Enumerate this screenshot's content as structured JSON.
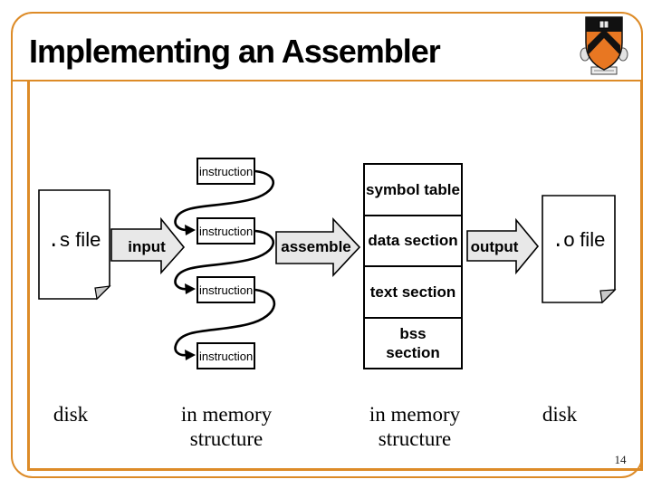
{
  "slide": {
    "title": "Implementing an Assembler",
    "page_number": "14"
  },
  "colors": {
    "accent_orange": "#DD8B27",
    "arrow_fill": "#E8E8E8",
    "fold_gray": "#C9C9C9",
    "logo_orange": "#E87722",
    "logo_black": "#111111"
  },
  "logo": {
    "icon": "princeton-shield-icon"
  },
  "diagram": {
    "source_file": {
      "ext": ".s",
      "suffix": " file"
    },
    "dest_file": {
      "ext": ".o",
      "suffix": " file"
    },
    "arrows": {
      "input": "input",
      "assemble": "assemble",
      "output": "output"
    },
    "instructions": [
      "instruction",
      "instruction",
      "instruction",
      "instruction"
    ],
    "memory_table": {
      "rows": [
        "symbol table",
        "data section",
        "text section",
        "bss section"
      ]
    },
    "captions": {
      "disk_left": "disk",
      "memory_left": "in memory structure",
      "memory_right": "in memory structure",
      "disk_right": "disk"
    }
  }
}
